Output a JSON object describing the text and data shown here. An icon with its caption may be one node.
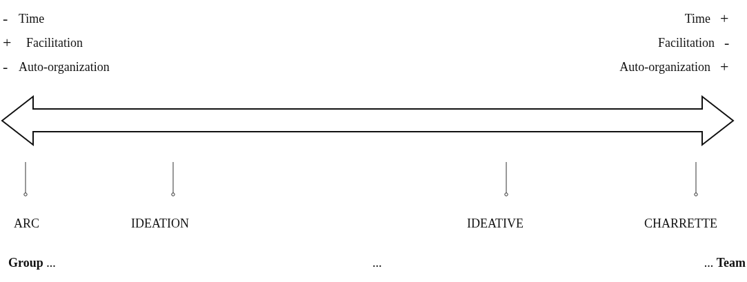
{
  "diagram": {
    "labels": [
      "-",
      "Time",
      "Time",
      "+",
      "+",
      "Facilitation",
      "Facilitation",
      "-",
      "-",
      "Auto-organization",
      "Auto-organization",
      "+",
      "ARC",
      "IDEATION",
      "IDEATIVE",
      "CHARRETTE",
      "**Group** ...",
      "...",
      "... **Team**"
    ]
  }
}
